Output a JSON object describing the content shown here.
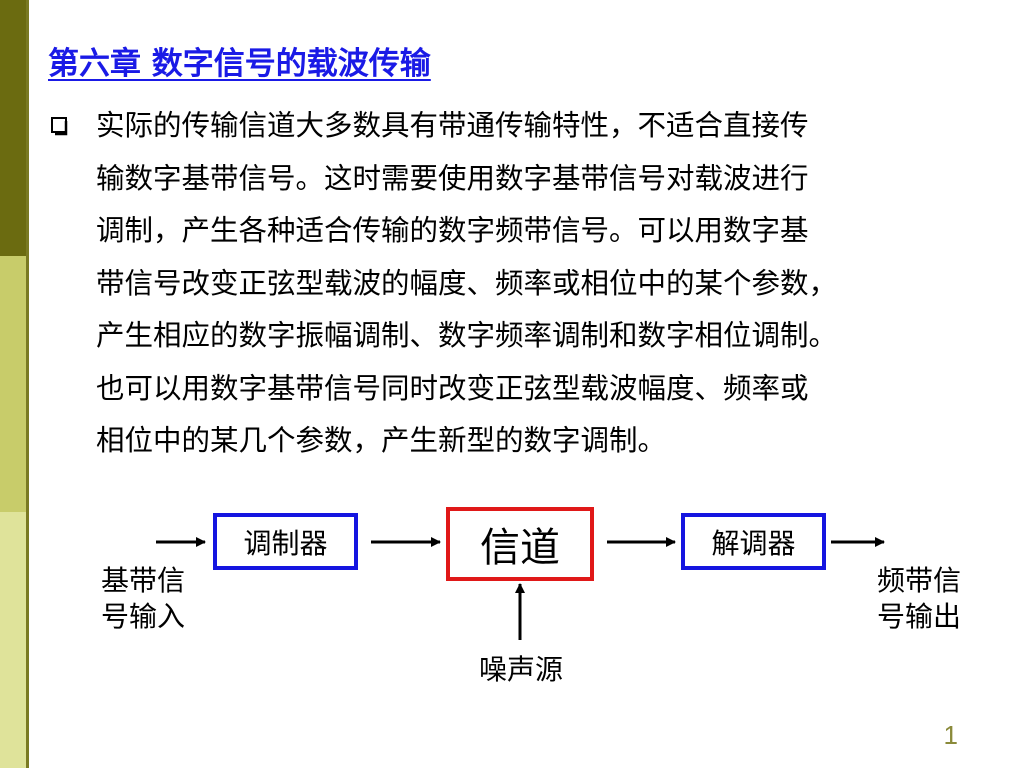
{
  "slide": {
    "title": "第六章 数字信号的载波传输",
    "bullet_icon": "hollow-square-bullet-icon",
    "paragraph_lines": [
      "实际的传输信道大多数具有带通传输特性，不适合直接传",
      "输数字基带信号。这时需要使用数字基带信号对载波进行",
      "调制，产生各种适合传输的数字频带信号。可以用数字基",
      "带信号改变正弦型载波的幅度、频率或相位中的某个参数，",
      "产生相应的数字振幅调制、数字频率调制和数字相位调制。",
      "也可以用数字基带信号同时改变正弦型载波幅度、频率或",
      "相位中的某几个参数，产生新型的数字调制。"
    ],
    "page_number": "1"
  },
  "diagram": {
    "modulator": "调制器",
    "channel": "信道",
    "demodulator": "解调器",
    "input_label_1": "基带信",
    "input_label_2": "号输入",
    "output_label_1": "频带信",
    "output_label_2": "号输出",
    "noise_label": "噪声源"
  },
  "colors": {
    "title": "#1a1ae6",
    "box_border_blue": "#1515e0",
    "box_border_red": "#e01818",
    "band_dark": "#6b6b10",
    "band_mid": "#c8cc6a",
    "band_light": "#dfe39a"
  }
}
